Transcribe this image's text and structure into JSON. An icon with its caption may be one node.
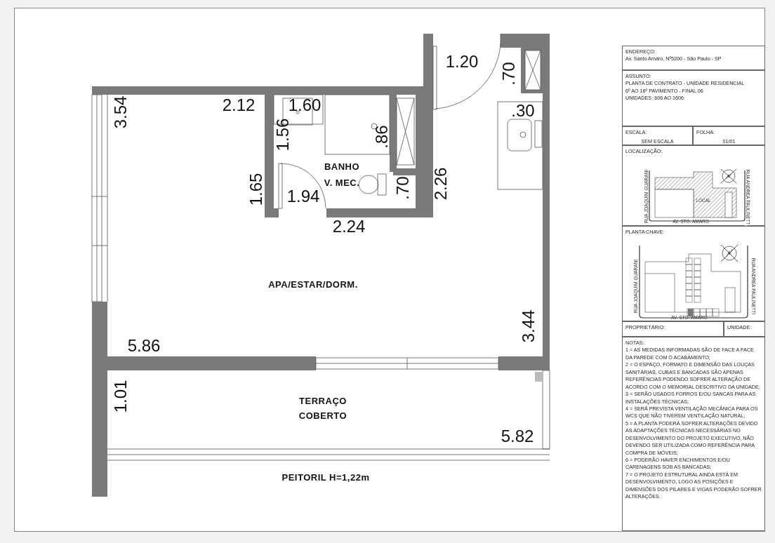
{
  "diagram": {
    "nodes": [
      {
        "text": [
          "ENDEREÇO:",
          "Av. Santo Amaro, Nº5200 - São Paulo - SP"
        ]
      },
      {
        "text": [
          "ASSUNTO:",
          "PLANTA DE CONTRATO - UNIDADE RESIDENCIAL",
          "6º AO 16º PAVIMENTO - FINAL 06",
          "UNIDADES: 606 AO 1606"
        ]
      },
      {
        "text": [
          "ESCALA:",
          "SEM ESCALA"
        ]
      },
      {
        "text": [
          "FOLHA:",
          "01/01"
        ]
      },
      {
        "text": [
          "LOCALIZAÇÃO:",
          "RUA JOAQUIM GUARANI",
          "LOCAL",
          "RUA ANDREA PAULINETTI",
          "AV. STO. AMARO"
        ]
      },
      {
        "text": [
          "PLANTA CHAVE:",
          "RUA JOAQUIM GUARANI",
          "RUA ANDREA PAULINETTI",
          "AV. STO. AMARO"
        ]
      },
      {
        "text": [
          "PROPRIETÁRIO:"
        ]
      },
      {
        "text": [
          "UNIDADE:"
        ]
      },
      {
        "text": [
          "NOTAS:",
          "1 = AS MEDIDAS INFORMADAS SÃO DE FACE A FACE DA PAREDE COM O ACABAMENTO;",
          "2 = O ESPAÇO, FORMATO E DIMENSÃO DAS LOUÇAS SANITÁRIAS, CUBAS E BANCADAS SÃO APENAS REFERÊNCIAS PODENDO SOFRER ALTERAÇÃO DE ACORDO COM O MEMORIAL DESCRITIVO DA UNIDADE;",
          "3 = SERÃO USADOS FORROS E/OU SANCAS PARA AS INSTALAÇÕES TÉCNICAS;",
          "4 = SERÁ PREVISTA VENTILAÇÃO MECÂNICA PARA OS WCS QUE NÃO TIVEREM VENTILAÇÃO NATURAL;",
          "5 = A PLANTA PODERÁ SOFRER ALTERAÇÕES DEVIDO AS ADAPTAÇÕES TÉCNICAS NECESSÁRIAS NO DESENVOLVIMENTO DO PROJETO EXECUTIVO, NÃO DEVENDO SER UTILIZADA COMO REFERÊNCIA PARA COMPRA DE MÓVEIS;",
          "6 = PODERÃO HAVER ENCHIMENTOS E/OU CARENAGENS SOB AS BANCADAS;",
          "7 = O PROJETO ESTRUTURAL AINDA ESTÁ EM DESENVOLVIMENTO, LOGO AS POSIÇÕES E DIMENSÕES DOS PILARES E VIGAS PODERÃO SOFRER ALTERAÇÕES."
        ]
      }
    ],
    "labels": [
      "1.20",
      ".70",
      "3.54",
      "2.12",
      "1.60",
      ".30",
      "1.56",
      ".86",
      "BANHO",
      "V. MEC.",
      "1.65",
      "1.94",
      ".70",
      "2.26",
      "2.24",
      "APA/ESTAR/DORM.",
      "5.86",
      "3.44",
      "1.01",
      "TERRAÇO",
      "COBERTO",
      "5.82",
      "PEITORIL H=1,22m"
    ]
  }
}
